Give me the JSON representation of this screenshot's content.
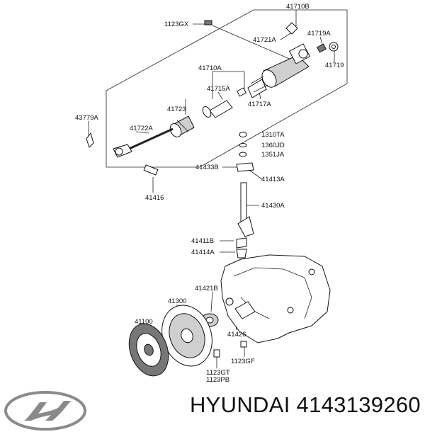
{
  "labels": {
    "l41710B": "41710B",
    "l1123GX": "1123GX",
    "l41721A": "41721A",
    "l41719A": "41719A",
    "l41719": "41719",
    "l41710A": "41710A",
    "l41715A": "41715A",
    "l41723": "41723",
    "l41717A": "41717A",
    "l43779A": "43779A",
    "l41722A": "41722A",
    "l1310TA": "1310TA",
    "l1360JD": "1360JD",
    "l1351JA": "1351JA",
    "l41433B": "41433B",
    "l41413A": "41413A",
    "l41416": "41416",
    "l41430A": "41430A",
    "l41411B": "41411B",
    "l41414A": "41414A",
    "l41421B": "41421B",
    "l41300": "41300",
    "l41100": "41100",
    "l41426": "41426",
    "l1123GF": "1123GF",
    "l1123GT": "1123GT",
    "l1123PB": "1123PB"
  },
  "footer": {
    "brand_text": "HYUNDAI 4143139260"
  }
}
